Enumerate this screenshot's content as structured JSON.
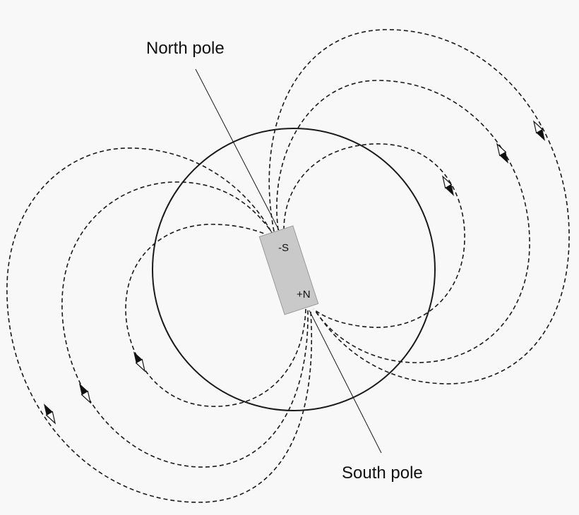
{
  "labels": {
    "north_pole": "North pole",
    "south_pole": "South pole",
    "magnet_top": "-S",
    "magnet_bottom": "+N"
  },
  "colors": {
    "background": "#f8f8f8",
    "line": "#1a1a1a",
    "magnet_fill": "#c9c9c9"
  },
  "icons": {
    "field_markers": "compass-needle-icon"
  }
}
